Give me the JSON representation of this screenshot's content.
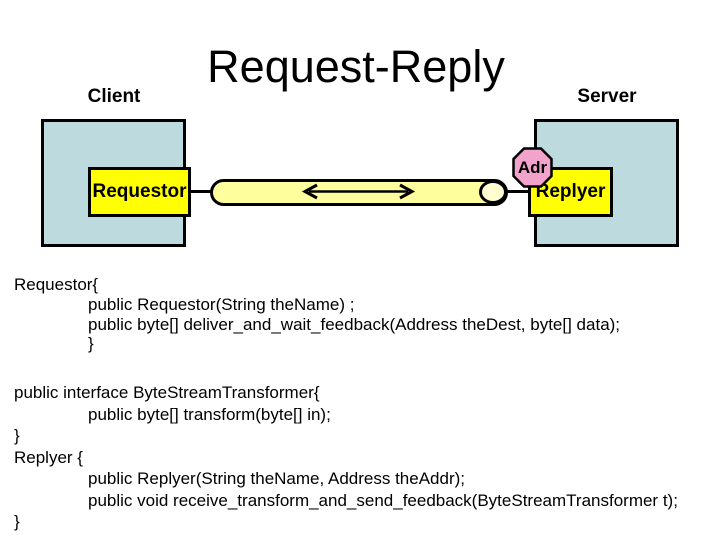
{
  "slide": {
    "title": "Request-Reply"
  },
  "labels": {
    "client": "Client",
    "server": "Server",
    "requestor": "Requestor",
    "replyer": "Replyer",
    "adr": "Adr"
  },
  "icons": {
    "double_arrow": "left-right-arrow",
    "adr_badge_shape": "octagon"
  },
  "colors": {
    "box_blue": "#BDDBDE",
    "box_yellow": "#FFFF00",
    "pipe_yellow": "#FFFF9E",
    "pipe_end_yellow": "#FFFFD2",
    "adr_pink": "#F2A3CB",
    "outline_black": "#000000"
  },
  "code": {
    "block1": [
      {
        "text": "Requestor{",
        "indent": false
      },
      {
        "text": "public Requestor(String theName) ;",
        "indent": true
      },
      {
        "text": "public byte[] deliver_and_wait_feedback(Address theDest, byte[] data);",
        "indent": true
      },
      {
        "text": "}",
        "indent": true
      }
    ],
    "block2": [
      {
        "text": "public interface ByteStreamTransformer{",
        "indent": false
      },
      {
        "text": "public byte[] transform(byte[] in);",
        "indent": true
      },
      {
        "text": "}",
        "indent": false
      },
      {
        "text": "Replyer {",
        "indent": false
      },
      {
        "text": "public Replyer(String theName, Address theAddr);",
        "indent": true
      },
      {
        "text": "public void receive_transform_and_send_feedback(ByteStreamTransformer t);",
        "indent": true
      },
      {
        "text": "}",
        "indent": false
      }
    ]
  }
}
